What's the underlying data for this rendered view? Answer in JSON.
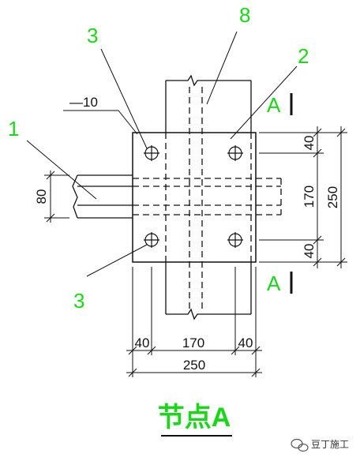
{
  "colors": {
    "line": "#111111",
    "label": "#18d818",
    "background": "#ffffff"
  },
  "labels": {
    "item_8": "8",
    "item_3_top": "3",
    "item_2": "2",
    "item_1": "1",
    "item_3_bottom": "3",
    "plate_spec": "—10",
    "section_top": "A",
    "section_bottom": "A"
  },
  "dimensions": {
    "right_40_top": "40",
    "right_170": "170",
    "right_250": "250",
    "right_40_bottom": "40",
    "left_80": "80",
    "bottom_40_left": "40",
    "bottom_170": "170",
    "bottom_40_right": "40",
    "bottom_250": "250"
  },
  "title": "节点A",
  "watermark": {
    "text": "豆丁施工",
    "icon": "wechat-icon"
  }
}
